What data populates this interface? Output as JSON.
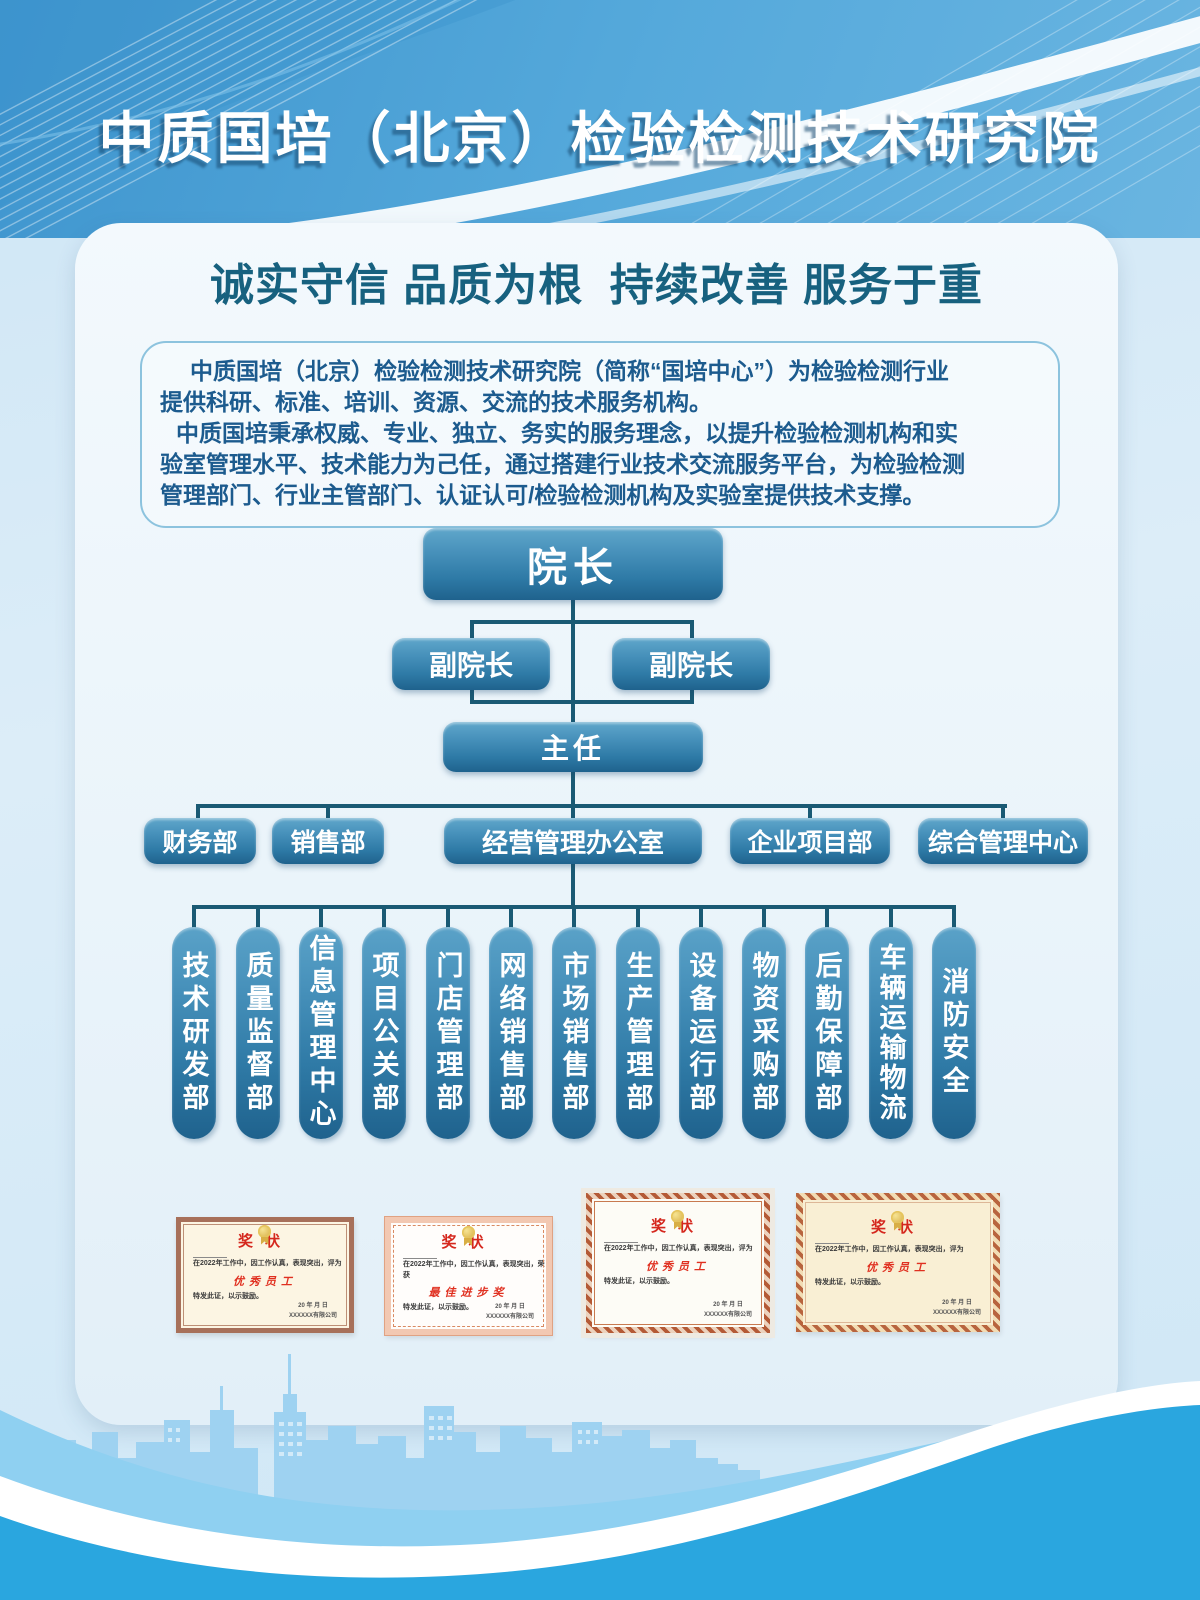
{
  "header": {
    "title": "中质国培（北京）检验检测技术研究院"
  },
  "slogan": "诚实守信 品质为根  持续改善 服务于重",
  "intro": {
    "lines": [
      "中质国培（北京）检验检测技术研究院（简称“国培中心”）为检验检测行业",
      "提供科研、标准、培训、资源、交流的技术服务机构。",
      "中质国培秉承权威、专业、独立、务实的服务理念，以提升检验检测机构和实",
      "验室管理水平、技术能力为己任，通过搭建行业技术交流服务平台，为检验检测",
      "管理部门、行业主管部门、认证认可/检验检测机构及实验室提供技术支撑。"
    ]
  },
  "org": {
    "director": "院长",
    "vice_directors": [
      "副院长",
      "副院长"
    ],
    "chief": "主任",
    "departments": [
      "财务部",
      "销售部",
      "经营管理办公室",
      "企业项目部",
      "综合管理中心"
    ],
    "sections": [
      "技术研发部",
      "质量监督部",
      "信息管理中心",
      "项目公关部",
      "门店管理部",
      "网络销售部",
      "市场销售部",
      "生产管理部",
      "设备运行部",
      "物资采购部",
      "后勤保障部",
      "车辆运输物流",
      "消防安全"
    ]
  },
  "certificates": [
    {
      "title": "奖状",
      "line1": "在2022年工作中，因工作认真，表现突出，评为",
      "award": "优秀员工",
      "line2": "特发此证，以示鼓励。",
      "date": "20 年 月 日",
      "company": "XXXXXX有限公司"
    },
    {
      "title": "奖状",
      "line1": "在2022年工作中，因工作认真，表现突出，荣获",
      "award": "最佳进步奖",
      "line2": "特发此证，以示鼓励。",
      "date": "20 年 月 日",
      "company": "XXXXXX有限公司"
    },
    {
      "title": "奖状",
      "line1": "在2022年工作中，因工作认真，表现突出，评为",
      "award": "优秀员工",
      "line2": "特发此证，以示鼓励。",
      "date": "20 年 月 日",
      "company": "XXXXXX有限公司"
    },
    {
      "title": "奖状",
      "line1": "在2022年工作中，因工作认真，表现突出，评为",
      "award": "优秀员工",
      "line2": "特发此证，以示鼓励。",
      "date": "20 年 月 日",
      "company": "XXXXXX有限公司"
    }
  ],
  "colors": {
    "header_blue": "#55a9db",
    "box_blue_top": "#60a7cb",
    "box_blue_bottom": "#1f628d",
    "connector": "#1a5a74",
    "slogan_text": "#17617f",
    "intro_text": "#1c5b8e",
    "wave_blue": "#2aa6df",
    "cert_red": "#d5281e"
  }
}
